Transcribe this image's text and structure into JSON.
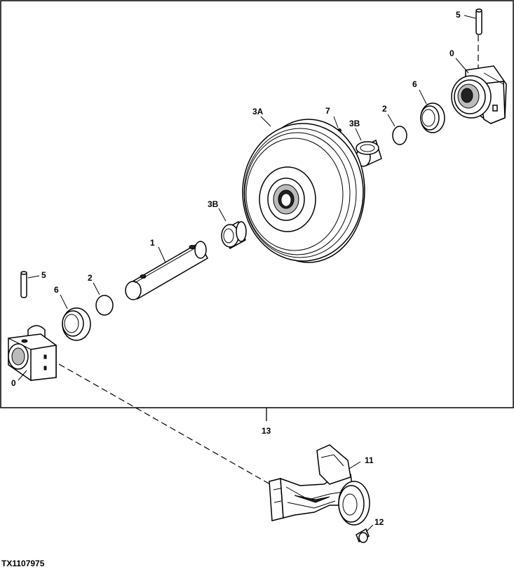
{
  "figure_id": "TX1107975",
  "group_label": "13",
  "callouts": {
    "pin_right": "5",
    "pin_left": "5",
    "housing_right": "0",
    "housing_left": "0",
    "seal_right": "6",
    "seal_left": "6",
    "oring_right": "2",
    "oring_left": "2",
    "bushing_right": "3B",
    "bushing_left": "3B",
    "idler_wheel": "3A",
    "plug": "7",
    "shaft": "1",
    "bracket": "11",
    "bolt": "12"
  }
}
